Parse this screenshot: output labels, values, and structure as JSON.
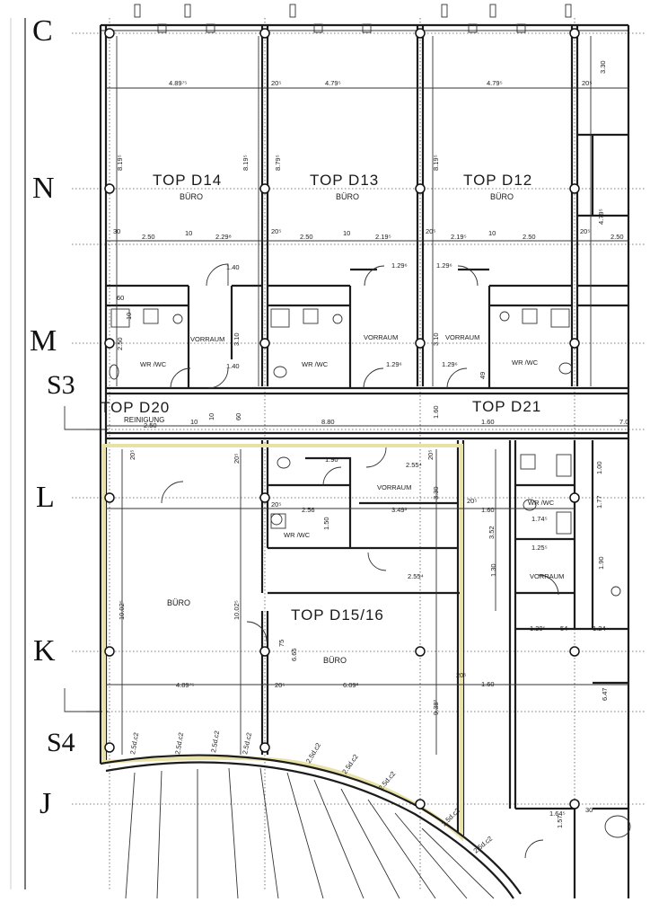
{
  "axes": {
    "c": "C",
    "n": "N",
    "m": "M",
    "l": "L",
    "k": "K",
    "j": "J"
  },
  "sections": {
    "s3": "S3",
    "s4": "S4"
  },
  "units": {
    "d14": {
      "name": "TOP D14",
      "use": "BÜRO"
    },
    "d13": {
      "name": "TOP D13",
      "use": "BÜRO"
    },
    "d12": {
      "name": "TOP D12",
      "use": "BÜRO"
    },
    "d20": {
      "name": "TOP D20",
      "use": "REINIGUNG"
    },
    "d21": {
      "name": "TOP D21"
    },
    "d1516": {
      "name": "TOP D15/16",
      "use": "BÜRO"
    }
  },
  "rooms": {
    "vorraum": "VORRAUM",
    "wrwc": "WR /WC",
    "buero": "BÜRO"
  },
  "dims": {
    "d_489_top": "4.89⁷⁵",
    "d_479a": "4.79⁵",
    "d_479b": "4.79⁵",
    "d_205a": "20⁵",
    "d_205b": "20⁵",
    "d_330": "3.30",
    "d_819a": "8.19⁵",
    "d_879": "8.79⁵",
    "d_819b": "8.19⁵",
    "d_479v": "4.79⁵",
    "d_30": "30",
    "d_250a": "2.50",
    "d_10a": "10",
    "d_229": "2.29⁸",
    "d_205c": "20⁵",
    "d_250b": "2.50",
    "d_10b": "10",
    "d_219a": "2.19⁵",
    "d_205d": "20⁵",
    "d_219b": "2.19⁵",
    "d_10c": "10",
    "d_250c": "2.50",
    "d_205e": "20⁵",
    "d_250d": "2.50",
    "d_140a": "1.40",
    "d_129a": "1.29⁶",
    "d_129b": "1.29⁶",
    "d_60": "60",
    "d_10d": "10",
    "d_250e": "2.50",
    "d_310a": "3.10",
    "d_310b": "3.10",
    "d_140b": "1.40",
    "d_129c": "1.29⁶",
    "d_129d": "1.29⁶",
    "d_49": "49",
    "d_10e": "10",
    "d_250f": "2.50",
    "d_10f": "10",
    "d_60b": "60",
    "d_880": "8.80",
    "d_160a": "1.60",
    "d_160b": "1.60",
    "d_70": "7.0",
    "d_205f": "20⁵",
    "d_205g": "20⁵",
    "d_190": "1.90",
    "d_255": "2.55⁴",
    "d_205h": "20⁵",
    "d_205i": "20⁵",
    "d_256": "2.56",
    "d_349": "3.49³",
    "d_330b": "3.30",
    "d_205j": "20⁵",
    "d_160c": "1.60",
    "d_352": "3.52",
    "d_174": "1.74⁵",
    "d_125": "1.25⁵",
    "d_150": "1.50",
    "d_255b": "2.55⁴",
    "d_130": "1.30",
    "d_1002a": "10.02⁵",
    "d_1002b": "10.02⁵",
    "d_120": "1.20⁵",
    "d_54": "54",
    "d_124": "1.24",
    "d_75": "75",
    "d_665": "6.65",
    "d_489b": "4.89⁷⁵",
    "d_609": "6.09³",
    "d_205k": "20⁵",
    "d_160d": "1.60",
    "d_647": "6.47",
    "d_938": "9.38²",
    "d_164": "1.64⁵",
    "d_30b": "30",
    "d_157": "1.57",
    "d_100": "1.00",
    "d_177": "1.77",
    "d_190b": "1.90"
  }
}
